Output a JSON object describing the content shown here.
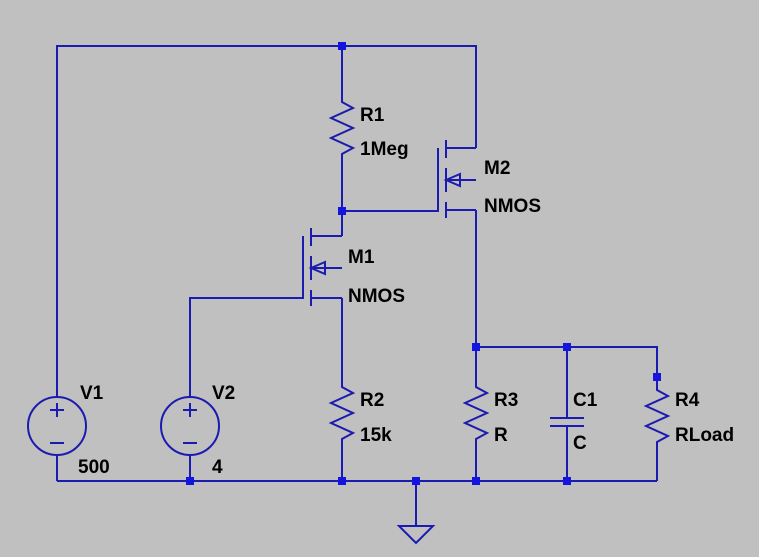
{
  "colors": {
    "background": "#c0c0c0",
    "wire": "#1b1bb0",
    "junction": "#1414e0",
    "text": "#000000"
  },
  "components": {
    "V1": {
      "name": "V1",
      "value": "500"
    },
    "V2": {
      "name": "V2",
      "value": "4"
    },
    "R1": {
      "name": "R1",
      "value": "1Meg"
    },
    "R2": {
      "name": "R2",
      "value": "15k"
    },
    "R3": {
      "name": "R3",
      "value": "R"
    },
    "R4": {
      "name": "R4",
      "value": "RLoad"
    },
    "C1": {
      "name": "C1",
      "value": "C"
    },
    "M1": {
      "name": "M1",
      "value": "NMOS"
    },
    "M2": {
      "name": "M2",
      "value": "NMOS"
    }
  }
}
